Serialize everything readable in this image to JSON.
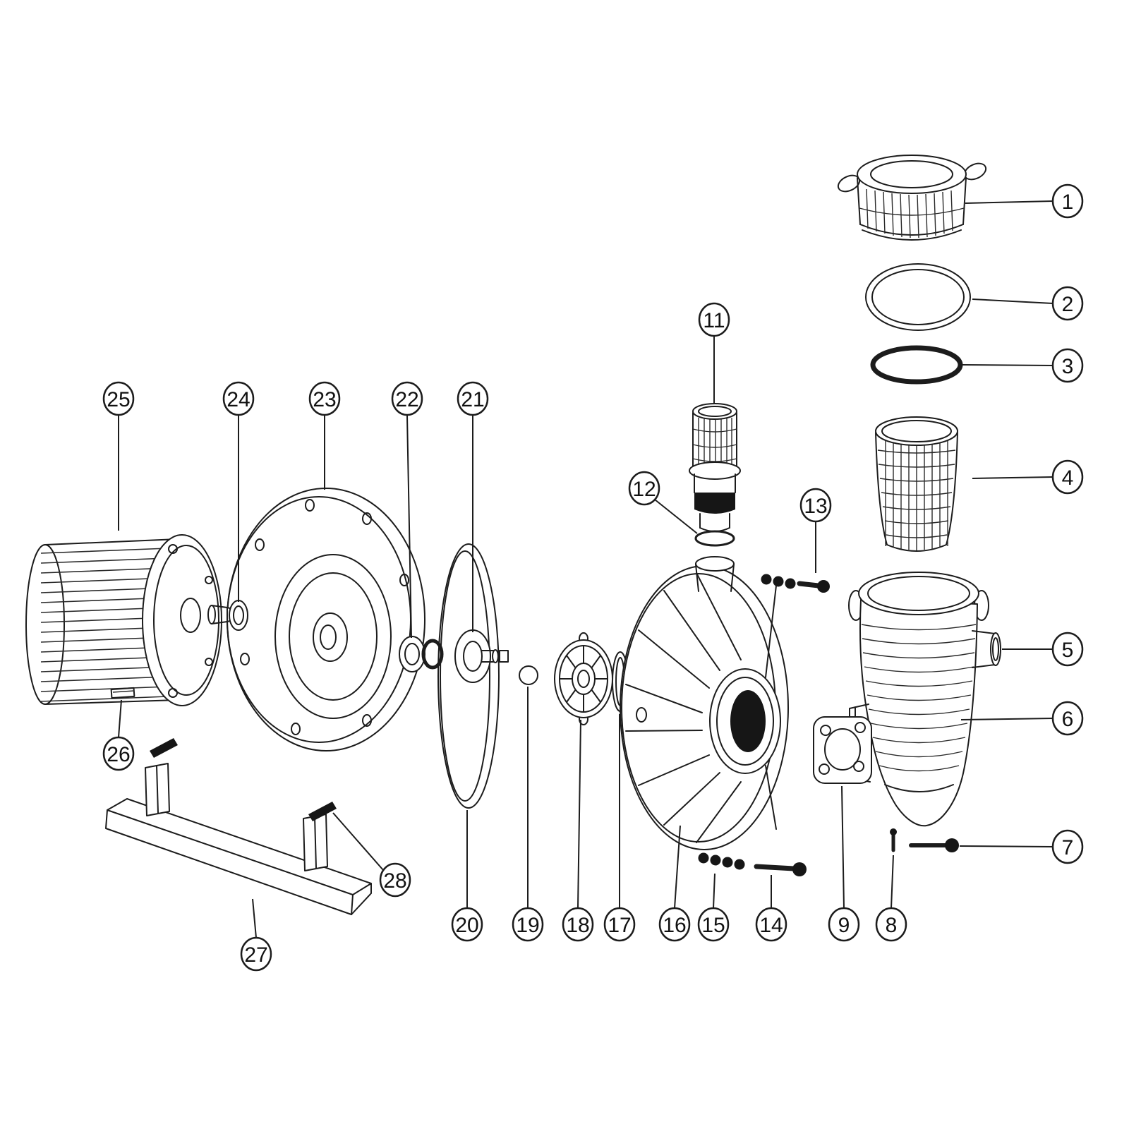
{
  "diagram": {
    "kind": "exploded-parts-diagram",
    "colors": {
      "line": "#1c1c1c",
      "background": "#ffffff",
      "solid": "#161616"
    }
  },
  "callouts": [
    {
      "label": "1"
    },
    {
      "label": "2"
    },
    {
      "label": "3"
    },
    {
      "label": "4"
    },
    {
      "label": "5"
    },
    {
      "label": "6"
    },
    {
      "label": "7"
    },
    {
      "label": "8"
    },
    {
      "label": "9"
    },
    {
      "label": "11"
    },
    {
      "label": "12"
    },
    {
      "label": "13"
    },
    {
      "label": "14"
    },
    {
      "label": "15"
    },
    {
      "label": "16"
    },
    {
      "label": "17"
    },
    {
      "label": "18"
    },
    {
      "label": "19"
    },
    {
      "label": "20"
    },
    {
      "label": "21"
    },
    {
      "label": "22"
    },
    {
      "label": "23"
    },
    {
      "label": "24"
    },
    {
      "label": "25"
    },
    {
      "label": "26"
    },
    {
      "label": "27"
    },
    {
      "label": "28"
    }
  ]
}
